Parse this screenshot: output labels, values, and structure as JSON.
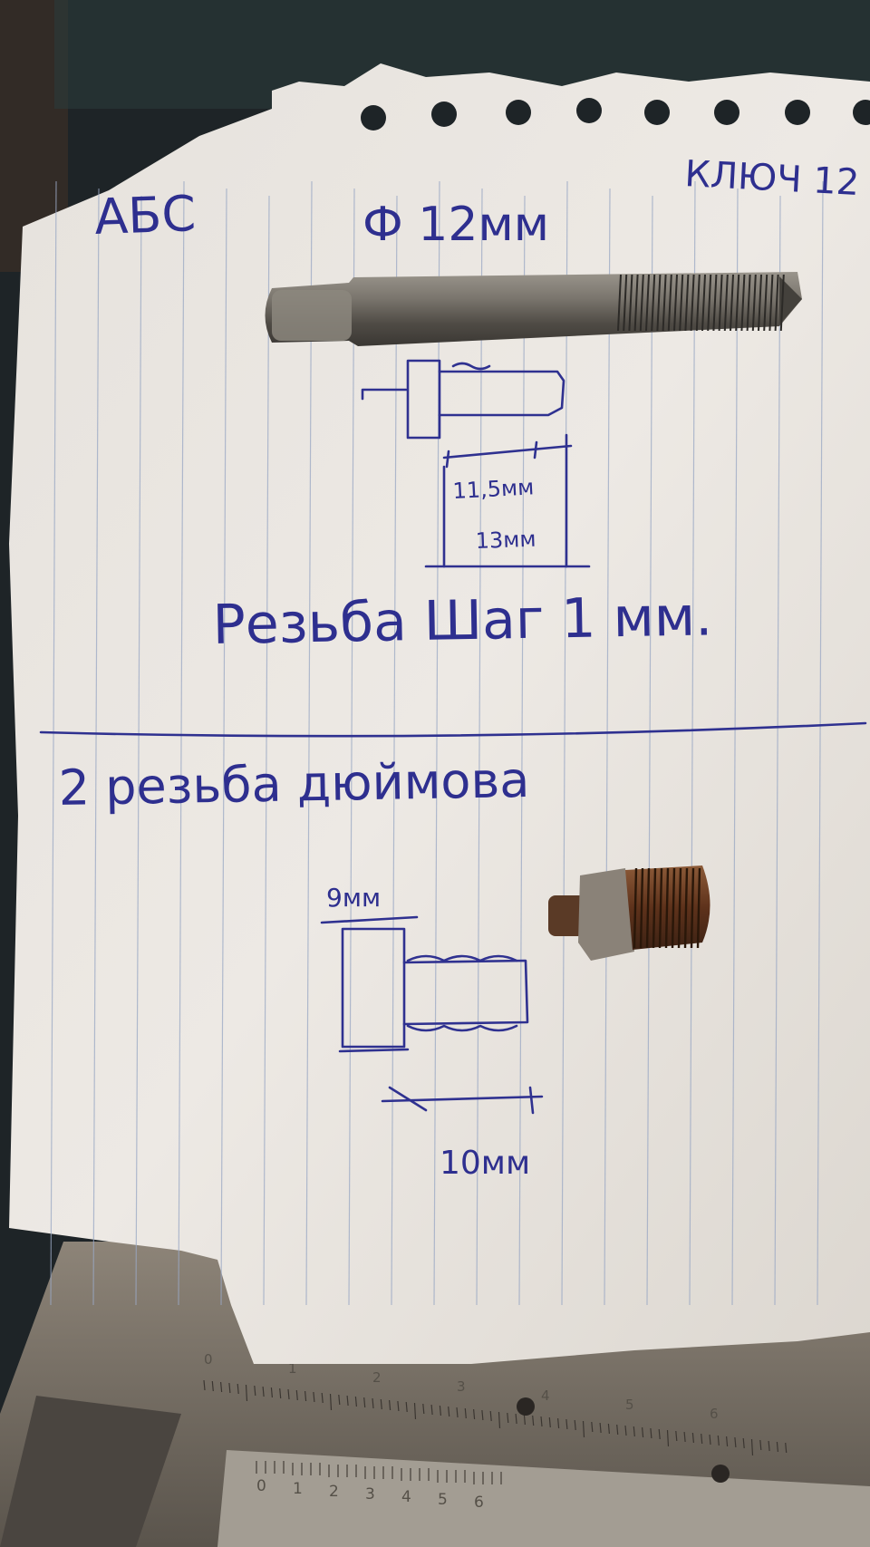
{
  "notes": {
    "top_left": "АБС",
    "top_right": "КЛЮЧ 12",
    "top_center": "Ф 12мм",
    "dim_1": "11,5мм",
    "dim_2": "13мм",
    "thread_pitch": "Резьба Шаг 1 мм.",
    "section_2": "2 резьба дюймова",
    "dim_3": "9мм",
    "dim_4": "10мм"
  },
  "caliper_scale": {
    "main_ticks": [
      "0",
      "1",
      "2",
      "3",
      "4",
      "5",
      "6"
    ],
    "vernier_ticks": [
      "0",
      "1",
      "2",
      "3",
      "4",
      "5",
      "6"
    ]
  },
  "colors": {
    "ink": "#2f3190",
    "paper": "#ebe7e2",
    "background": "#1f2428",
    "tap_metal": "#6e6a63",
    "rust": "#6b3a20"
  }
}
